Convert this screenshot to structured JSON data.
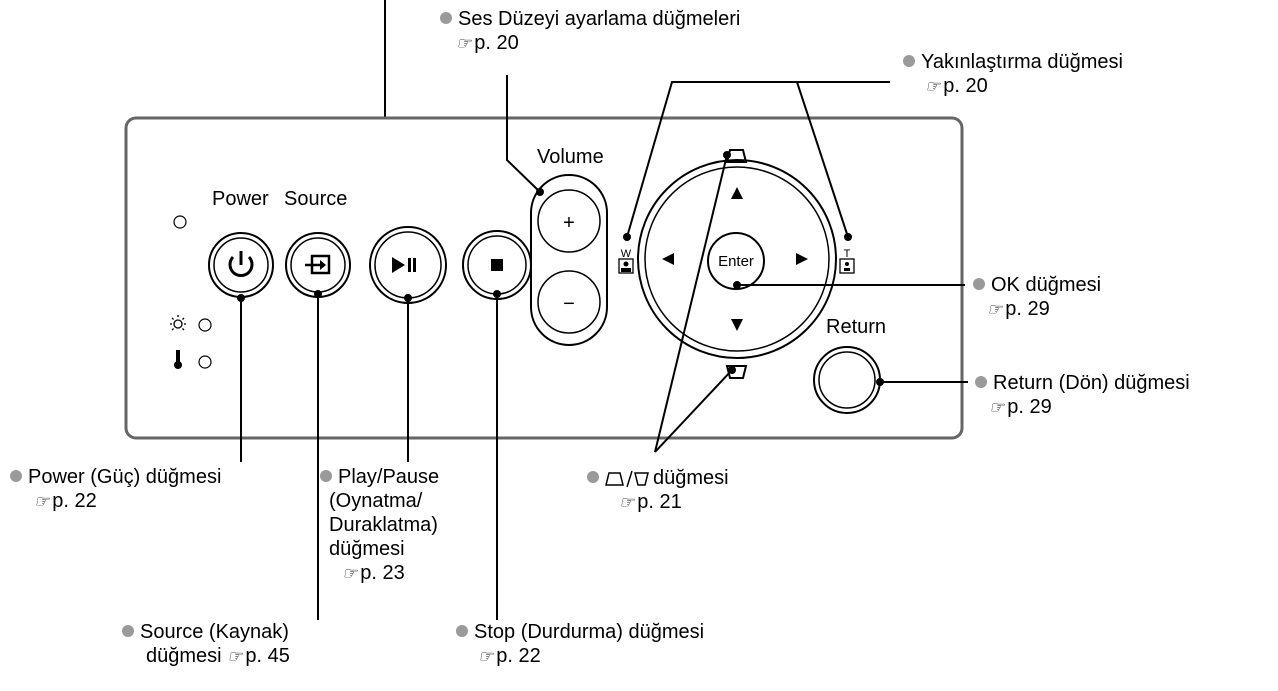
{
  "panel_labels": {
    "power": "Power",
    "source": "Source",
    "volume": "Volume",
    "return": "Return",
    "enter": "Enter",
    "plus": "+",
    "minus": "−",
    "wide": "W",
    "tele": "T"
  },
  "callouts": {
    "volume": {
      "line1": "Ses Düzeyi ayarlama düğmeleri",
      "ref": "p. 20"
    },
    "zoom": {
      "line1": "Yakınlaştırma düğmesi",
      "ref": "p. 20"
    },
    "ok": {
      "line1": "OK düğmesi",
      "ref": "p. 29"
    },
    "return": {
      "line1": "Return (Dön) düğmesi",
      "ref": "p. 29"
    },
    "keystone": {
      "line1": "düğmesi",
      "ref": "p. 21"
    },
    "power": {
      "line1": "Power (Güç) düğmesi",
      "ref": "p. 22"
    },
    "playpause": {
      "line1": "Play/Pause",
      "line2": "(Oynatma/",
      "line3": "Duraklatma)",
      "line4": "düğmesi",
      "ref": "p. 23"
    },
    "source": {
      "line1": "Source (Kaynak)",
      "line2": "düğmesi",
      "ref": "p. 45"
    },
    "stop": {
      "line1": "Stop (Durdurma) düğmesi",
      "ref": "p. 22"
    }
  },
  "colors": {
    "dot": "#9a9a9a",
    "line": "#000000",
    "panel_border": "#555555"
  }
}
